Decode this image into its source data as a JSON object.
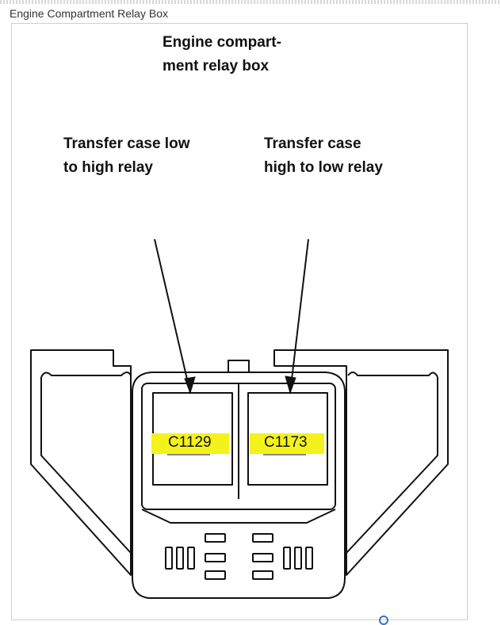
{
  "caption": "Engine Compartment Relay Box",
  "diagram": {
    "title": "Engine compart-\nment relay box",
    "left_label": "Transfer case low\nto high relay",
    "right_label": "Transfer case\nhigh to low relay",
    "left_code": "C1129",
    "right_code": "C1173",
    "highlight_color": "#f4f21c",
    "line_color": "#111111"
  }
}
